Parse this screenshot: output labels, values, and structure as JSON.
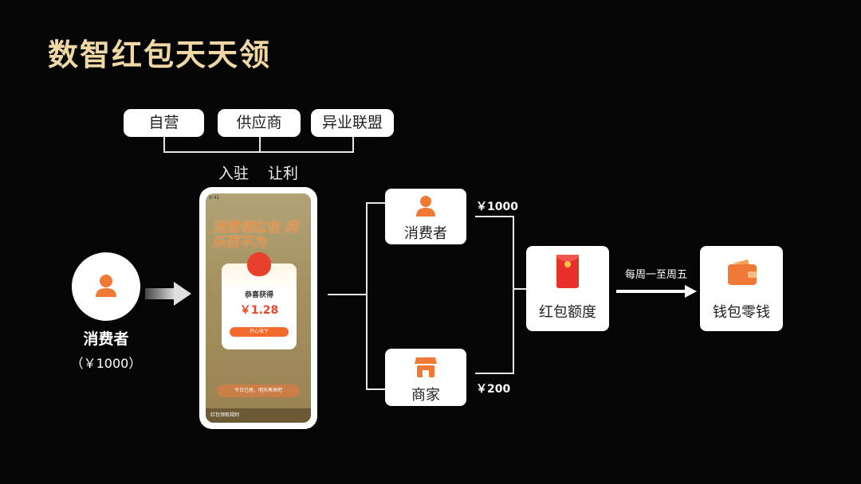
{
  "title": "数智红包天天领",
  "sources": [
    "自营",
    "供应商",
    "异业联盟"
  ],
  "captions": {
    "join": "入驻",
    "concede": "让利"
  },
  "consumer": {
    "label": "消费者",
    "amount": "（￥1000）"
  },
  "phone": {
    "time": "9:41",
    "banner": "消费领红包 同乐而不为",
    "popup_title": "恭喜获得",
    "popup_amount": "￥1.28",
    "popup_button": "开心收下",
    "bottom_button": "今日已抢，明天再来吧",
    "footer": "红包领取规则"
  },
  "flow": {
    "consumer_card": "消费者",
    "merchant_card": "商家",
    "consumer_amount": "￥1000",
    "merchant_amount": "￥200",
    "envelope_card": "红包额度",
    "schedule": "每周一至周五",
    "wallet_card": "钱包零钱"
  },
  "colors": {
    "accent": "#f07a35",
    "title": "#efd8a6",
    "background": "#050505"
  }
}
